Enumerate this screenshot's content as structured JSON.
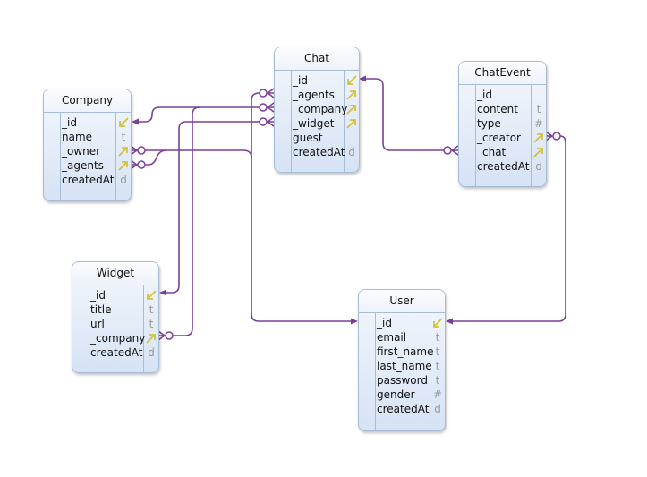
{
  "tables": {
    "company": {
      "title": "Company",
      "fields": [
        {
          "name": "_id",
          "type": "",
          "key": "pk"
        },
        {
          "name": "name",
          "type": "t",
          "key": ""
        },
        {
          "name": "_owner",
          "type": "",
          "key": "fk"
        },
        {
          "name": "_agents",
          "type": "",
          "key": "fk"
        },
        {
          "name": "createdAt",
          "type": "d",
          "key": ""
        }
      ]
    },
    "chat": {
      "title": "Chat",
      "fields": [
        {
          "name": "_id",
          "type": "",
          "key": "pk"
        },
        {
          "name": "_agents",
          "type": "",
          "key": "fk"
        },
        {
          "name": "_company",
          "type": "",
          "key": "fk"
        },
        {
          "name": "_widget",
          "type": "",
          "key": "fk"
        },
        {
          "name": "guest",
          "type": "",
          "key": ""
        },
        {
          "name": "createdAt",
          "type": "d",
          "key": ""
        }
      ]
    },
    "chatevent": {
      "title": "ChatEvent",
      "fields": [
        {
          "name": "_id",
          "type": "",
          "key": ""
        },
        {
          "name": "content",
          "type": "t",
          "key": ""
        },
        {
          "name": "type",
          "type": "#",
          "key": ""
        },
        {
          "name": "_creator",
          "type": "",
          "key": "fk"
        },
        {
          "name": "_chat",
          "type": "",
          "key": "fk"
        },
        {
          "name": "createdAt",
          "type": "d",
          "key": ""
        }
      ]
    },
    "widget": {
      "title": "Widget",
      "fields": [
        {
          "name": "_id",
          "type": "",
          "key": "pk"
        },
        {
          "name": "title",
          "type": "t",
          "key": ""
        },
        {
          "name": "url",
          "type": "t",
          "key": ""
        },
        {
          "name": "_company",
          "type": "",
          "key": "fk"
        },
        {
          "name": "createdAt",
          "type": "d",
          "key": ""
        }
      ]
    },
    "user": {
      "title": "User",
      "fields": [
        {
          "name": "_id",
          "type": "",
          "key": "pk"
        },
        {
          "name": "email",
          "type": "t",
          "key": ""
        },
        {
          "name": "first_name",
          "type": "t",
          "key": ""
        },
        {
          "name": "last_name",
          "type": "t",
          "key": ""
        },
        {
          "name": "password",
          "type": "t",
          "key": ""
        },
        {
          "name": "gender",
          "type": "#",
          "key": ""
        },
        {
          "name": "createdAt",
          "type": "d",
          "key": ""
        }
      ]
    }
  },
  "colors": {
    "link": "#7b3f98",
    "key": "#d4c23a",
    "border": "#a9bcd6"
  }
}
